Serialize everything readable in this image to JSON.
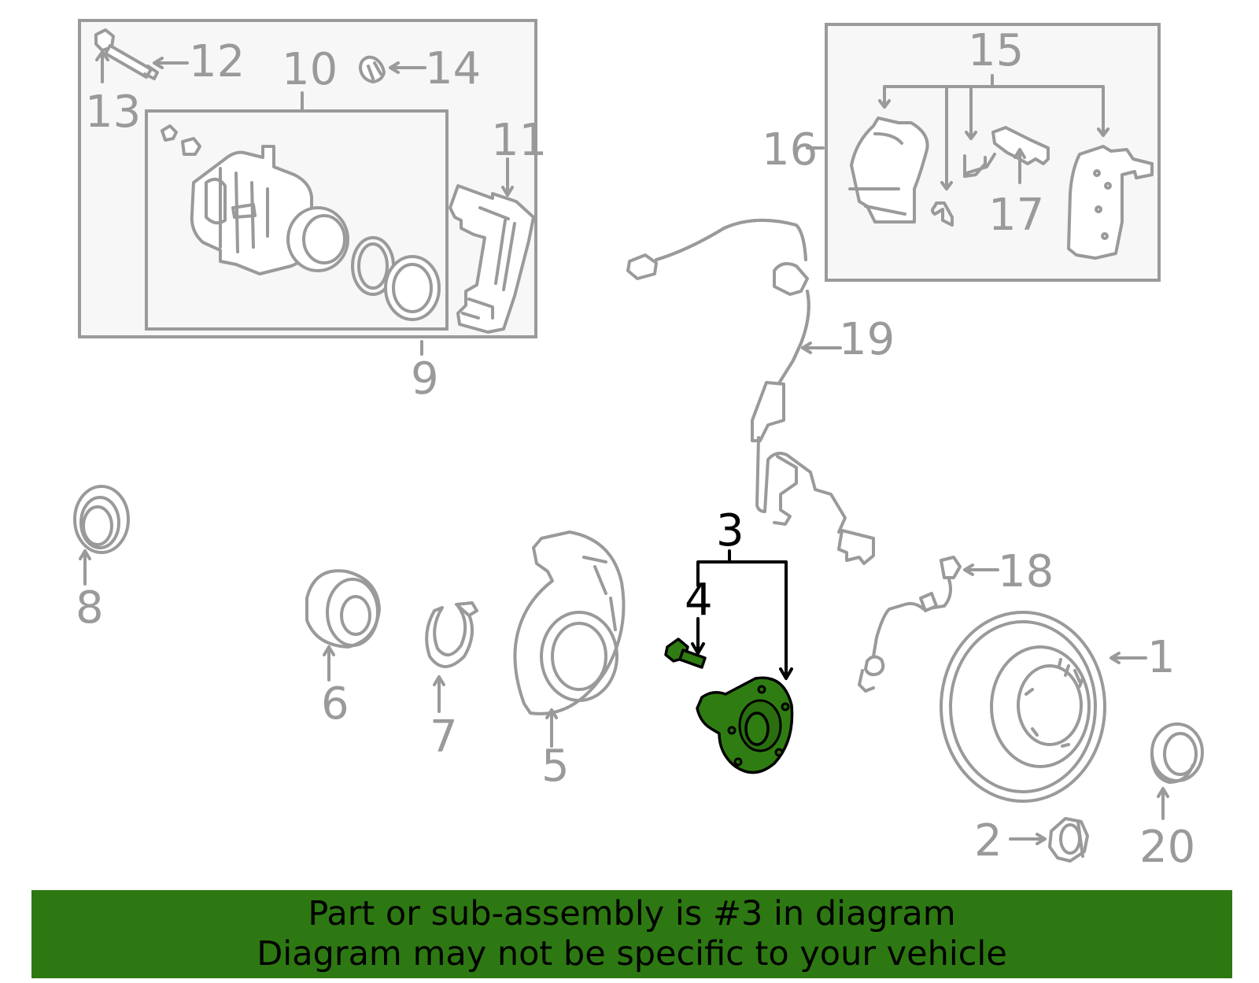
{
  "labels": {
    "l1": "1",
    "l2": "2",
    "l3": "3",
    "l4": "4",
    "l5": "5",
    "l6": "6",
    "l7": "7",
    "l8": "8",
    "l9": "9",
    "l10": "10",
    "l11": "11",
    "l12": "12",
    "l13": "13",
    "l14": "14",
    "l15": "15",
    "l16": "16",
    "l17": "17",
    "l18": "18",
    "l19": "19",
    "l20": "20"
  },
  "highlighted_part": "3",
  "colors": {
    "highlight": "#2d7812",
    "line": "#9a9a9a",
    "text": "#000000"
  },
  "banner": {
    "line1": "Part or sub-assembly is #3 in diagram",
    "line2": "Diagram may not be specific to your vehicle"
  }
}
